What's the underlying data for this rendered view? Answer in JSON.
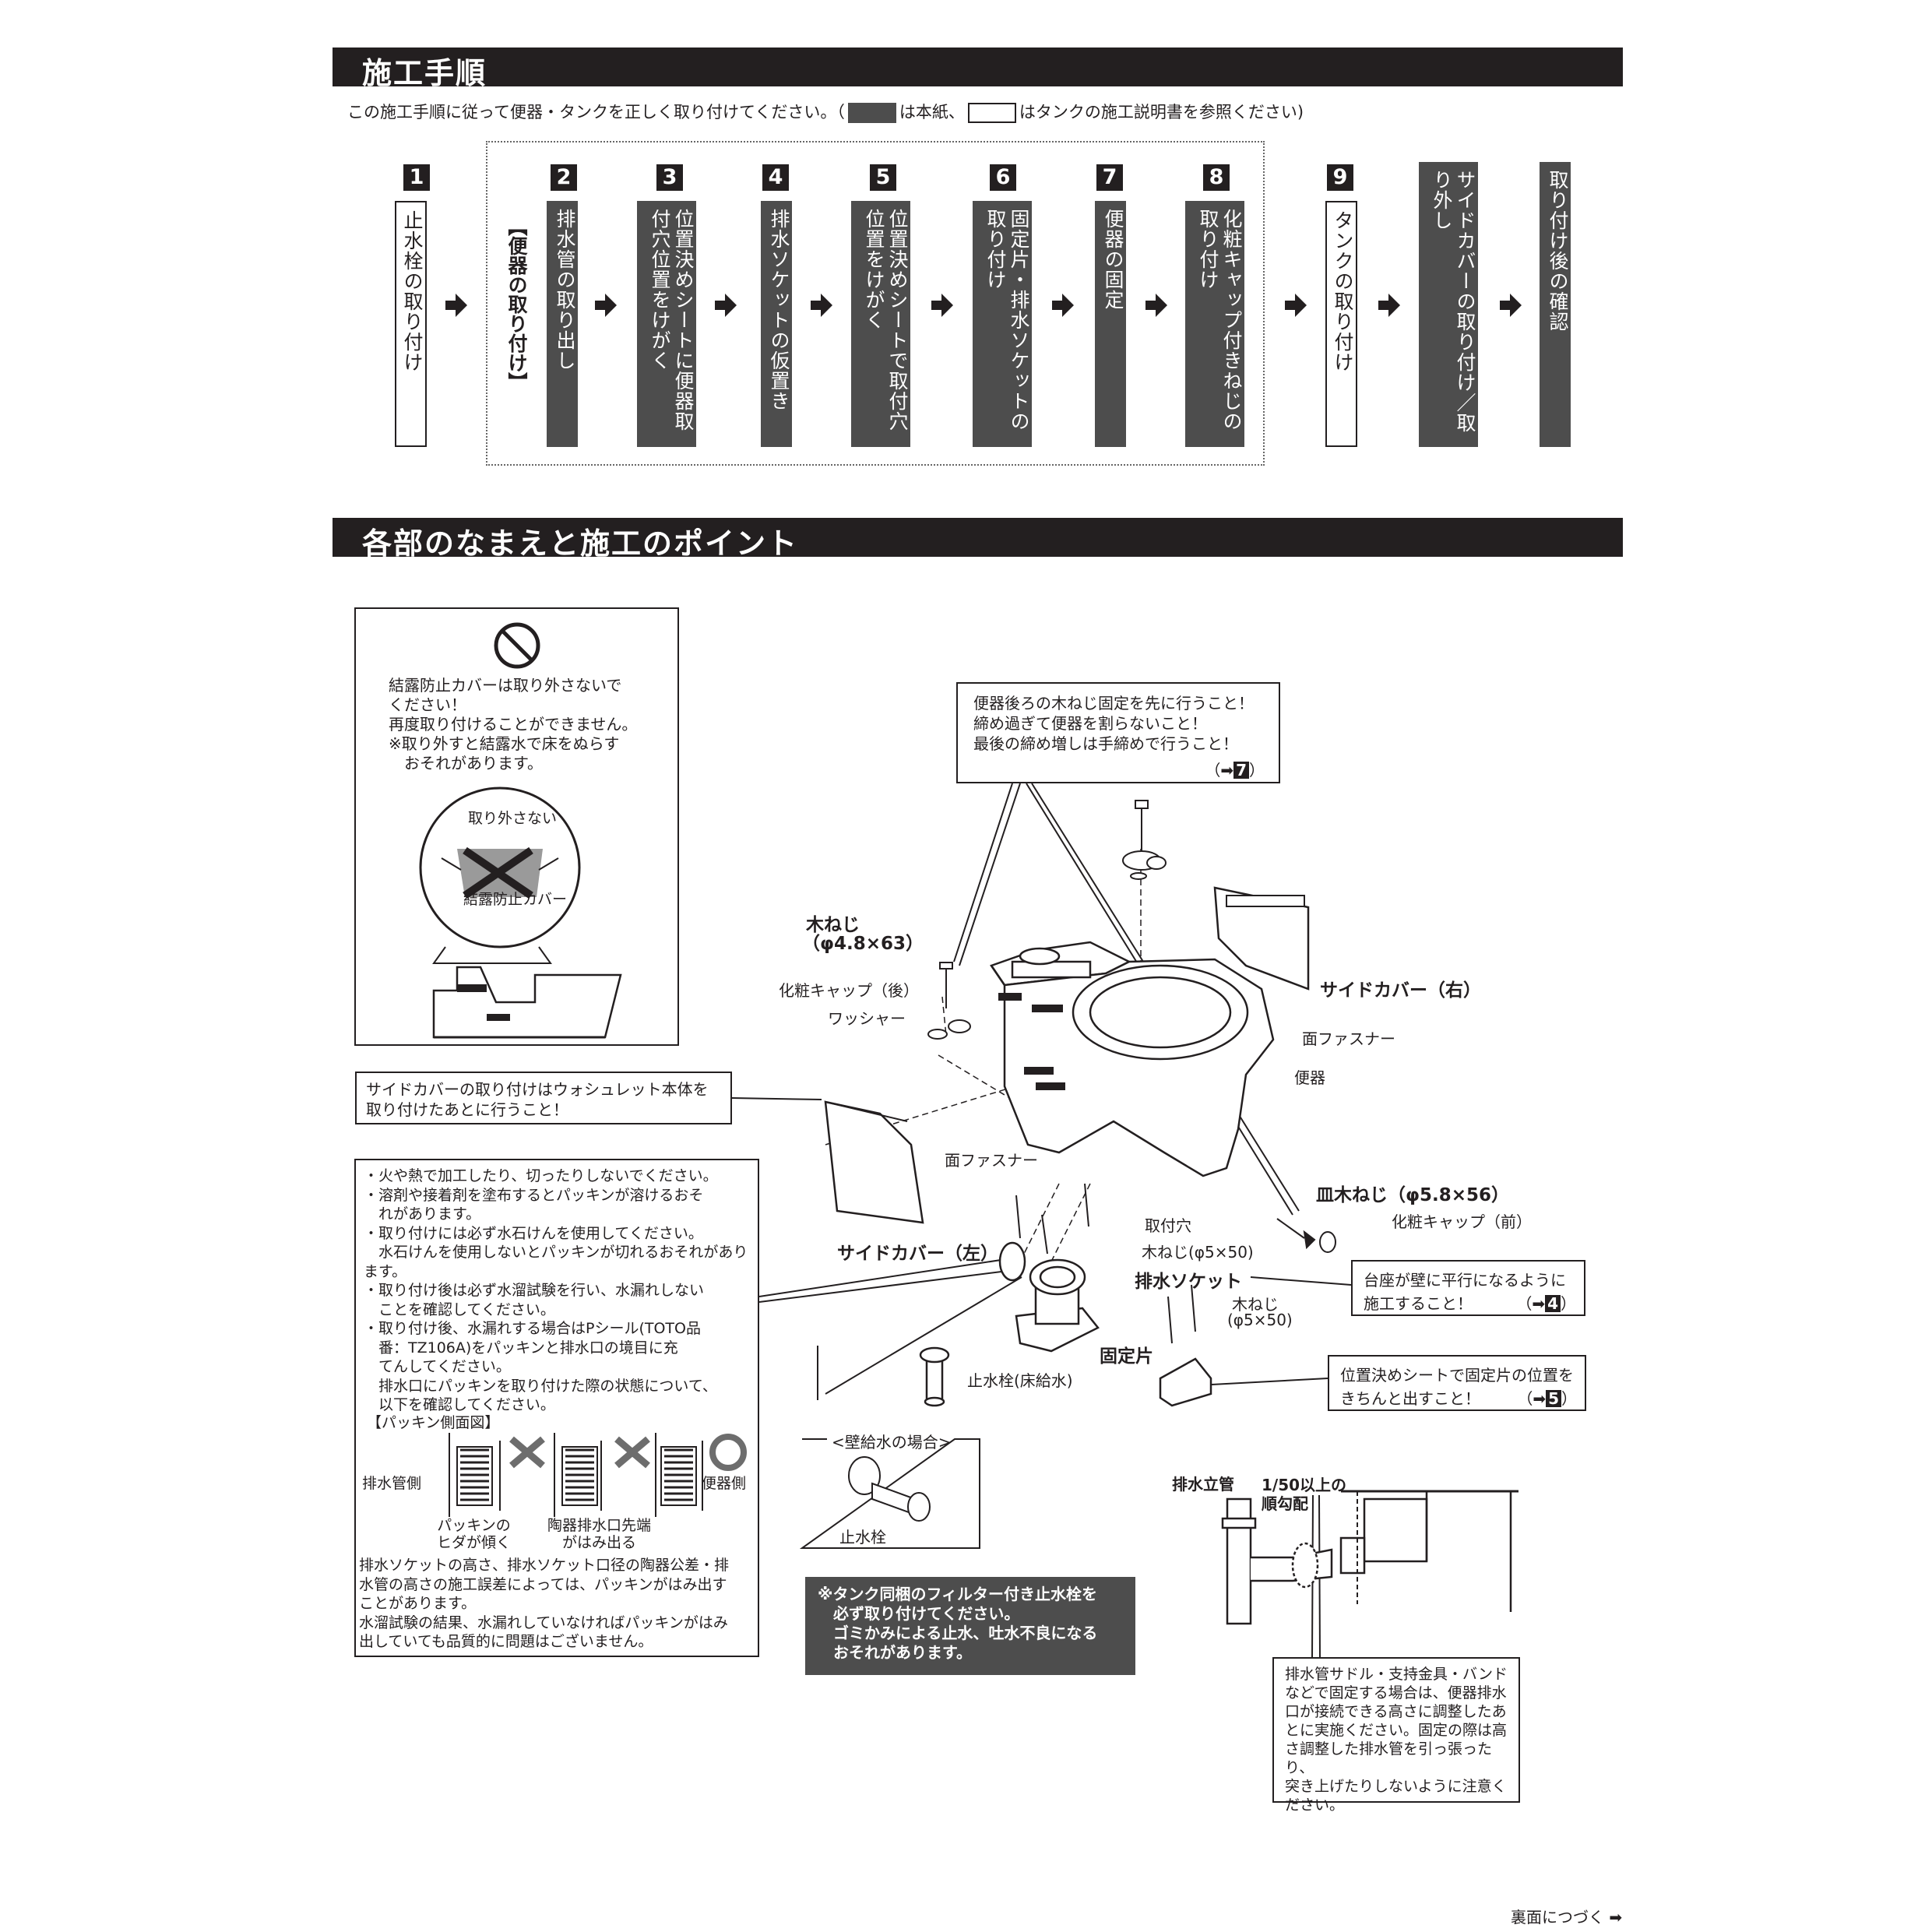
{
  "section1": {
    "title": "施工手順",
    "intro_before": "この施工手順に従って便器・タンクを正しく取り付けてください。（",
    "intro_mid": "は本紙、",
    "intro_after": "はタンクの施工説明書を参照ください)"
  },
  "steps": [
    {
      "num": "1",
      "label": "止水栓の取り付け"
    },
    {
      "num": "2",
      "label": "排水管の取り出し"
    },
    {
      "num": "3",
      "label": "位置決めシートに便器取付穴位置をけがく"
    },
    {
      "num": "4",
      "label": "排水ソケットの仮置き"
    },
    {
      "num": "5",
      "label": "位置決めシートで取付穴位置をけがく"
    },
    {
      "num": "6",
      "label": "固定片・排水ソケットの取り付け"
    },
    {
      "num": "7",
      "label": "便器の固定"
    },
    {
      "num": "8",
      "label": "化粧キャップ付きねじの取り付け"
    },
    {
      "num": "9",
      "label": "タンクの取り付け"
    },
    {
      "num": "",
      "label": "サイドカバーの取り付け／取り外し"
    },
    {
      "num": "",
      "label": "取り付け後の確認"
    }
  ],
  "group_label": "【便器の取り付け】",
  "section2": {
    "title": "各部のなまえと施工のポイント"
  },
  "warning_box": {
    "text": "結露防止カバーは取り外さないで\nください！\n再度取り付けることができません。\n※取り外すと結露水で床をぬらす\n　おそれがあります。",
    "callout_top": "取り外さない",
    "callout_bottom": "結露防止カバー"
  },
  "top_note": {
    "line1": "便器後ろの木ねじ固定を先に行うこと！",
    "line2": "締め過ぎて便器を割らないこと！",
    "line3": "最後の締め増しは手締めで行うこと！",
    "ref": "7"
  },
  "side_cover_note": "サイドカバーの取り付けはウォシュレット本体を\n取り付けたあとに行うこと！",
  "packing_notes": {
    "text": "・火や熱で加工したり、切ったりしないでください。\n・溶剤や接着剤を塗布するとパッキンが溶けるおそ\n　れがあります。\n・取り付けには必ず水石けんを使用してください。\n　水石けんを使用しないとパッキンが切れるおそれがあります。\n・取り付け後は必ず水溜試験を行い、水漏れしない\n　ことを確認してください。\n・取り付け後、水漏れする場合はPシール(TOTO品\n　番：TZ106A)をパッキンと排水口の境目に充\n　てんしてください。\n　排水口にパッキンを取り付けた際の状態について、\n　以下を確認してください。",
    "diagram_title": "【パッキン側面図】",
    "left_label": "排水管側",
    "right_label": "便器側",
    "case1": "パッキンの\nヒダが傾く",
    "case2": "陶器排水口先端\nがはみ出る",
    "footer": "排水ソケットの高さ、排水ソケット口径の陶器公差・排\n水管の高さの施工誤差によっては、パッキンがはみ出す\nことがあります。\n水溜試験の結果、水漏れしていなければパッキンがはみ\n出していても品質的に問題はございません。"
  },
  "labels": {
    "wood_screw": "木ねじ",
    "wood_screw_size": "（φ4.8×63）",
    "cap_rear": "化粧キャップ（後）",
    "washer": "ワッシャー",
    "side_cover_right": "サイドカバー（右）",
    "fastener_right": "面ファスナー",
    "toilet": "便器",
    "fastener_bottom": "面ファスナー",
    "side_cover_left": "サイドカバー（左）",
    "flat_screw": "皿木ねじ（φ5.8×56）",
    "cap_front": "化粧キャップ（前）",
    "mount_hole": "取付穴",
    "wood_screw_5x50_a": "木ねじ(φ5×50)",
    "drain_socket": "排水ソケット",
    "wood_screw_b": "木ねじ",
    "wood_screw_b_size": "(φ5×50)",
    "fixing_piece": "固定片",
    "stop_valve_floor": "止水栓(床給水)"
  },
  "socket_note": {
    "line1": "台座が壁に平行になるように",
    "line2": "施工すること！",
    "ref": "4"
  },
  "fixing_note": {
    "line1": "位置決めシートで固定片の位置を",
    "line2": "きちんと出すこと！",
    "ref": "5"
  },
  "wall_supply": {
    "title": "<壁給水の場合>",
    "label": "止水栓"
  },
  "filter_note": "※タンク同梱のフィルター付き止水栓を\n　必ず取り付けてください。\n　ゴミかみによる止水、吐水不良になる\n　おそれがあります。",
  "pipe_diagram": {
    "riser": "排水立管",
    "slope": "1/50以上の\n順勾配"
  },
  "pipe_note": "排水管サドル・支持金具・バンド\nなどで固定する場合は、便器排水\n口が接続できる高さに調整したあ\nとに実施ください。固定の際は高\nさ調整した排水管を引っ張ったり、\n突き上げたりしないように注意く\nださい。",
  "footer": "裏面につづく"
}
